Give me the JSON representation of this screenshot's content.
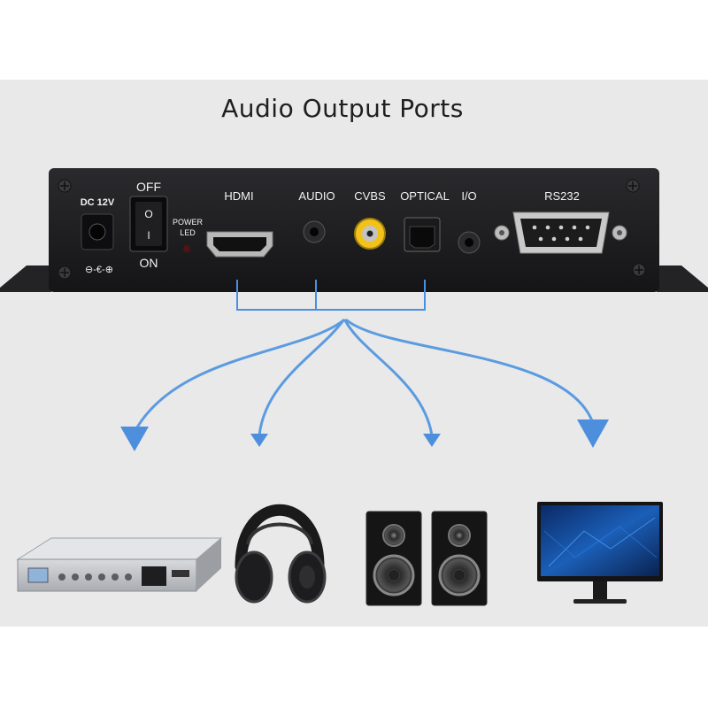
{
  "title": "Audio Output Ports",
  "device": {
    "dc_label": "DC 12V",
    "off_label": "OFF",
    "on_label": "ON",
    "switch_i": "I",
    "switch_o": "O",
    "power_led_label_1": "POWER",
    "power_led_label_2": "LED",
    "polarity_label": "⊖-€-⊕",
    "ports": {
      "hdmi": "HDMI",
      "audio": "AUDIO",
      "cvbs": "CVBS",
      "optical": "OPTICAL",
      "io": "I/O",
      "rs232": "RS232"
    }
  },
  "colors": {
    "arrow": "#5b9be0",
    "bracket": "#4a90e2",
    "chassis": "#1d1d1f",
    "background": "#e9e9ea",
    "rca": "#f2c21b"
  },
  "targets": [
    {
      "name": "amplifier",
      "icon": "amplifier-icon"
    },
    {
      "name": "headphones",
      "icon": "headphones-icon"
    },
    {
      "name": "speakers",
      "icon": "speaker-icon"
    },
    {
      "name": "monitor",
      "icon": "monitor-icon"
    }
  ]
}
